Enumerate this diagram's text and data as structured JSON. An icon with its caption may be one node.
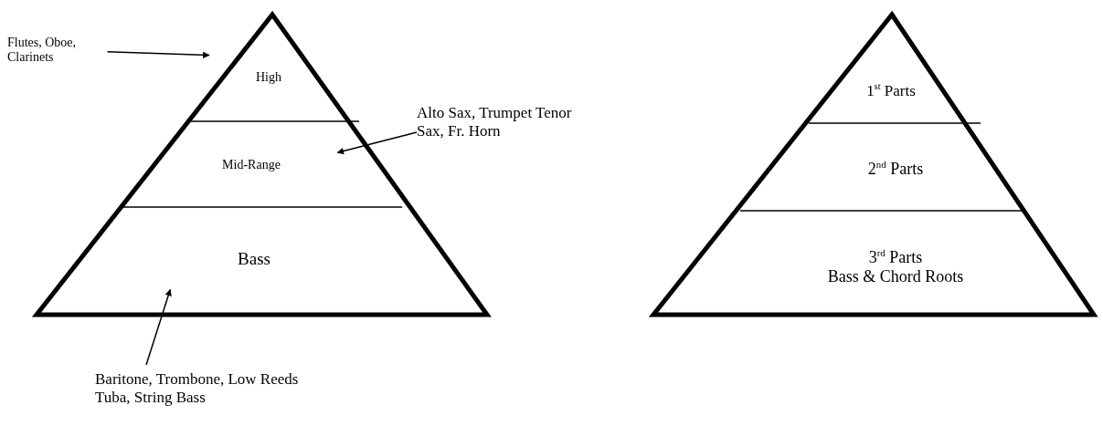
{
  "diagram": {
    "nodes": [
      {
        "text": [],
        "shape": "triangle"
      },
      {
        "text": [
          "High"
        ],
        "in": 0
      },
      {
        "text": [
          "Mid-Range"
        ],
        "in": 0
      },
      {
        "text": [
          "Bass"
        ],
        "in": 0
      },
      {
        "text": [
          "Flutes, Oboe, Clarinets"
        ]
      },
      {
        "text": [
          "Alto Sax, Trumpet Tenor Sax, Fr. Horn"
        ]
      },
      {
        "text": [
          "Baritone, Trombone, Low Reeds Tuba, String Bass"
        ]
      },
      {
        "text": [],
        "shape": "triangle"
      },
      {
        "text": [
          "1$^{st}$ Parts"
        ],
        "in": 7
      },
      {
        "text": [
          "2$^{nd}$ Parts"
        ],
        "in": 7
      },
      {
        "text": [
          "3$^{rd}$ Parts",
          "Bass & Chord Roots"
        ],
        "in": 7
      }
    ],
    "edges": [
      {
        "from": 4,
        "to": 1,
        "arrow": "to"
      },
      {
        "from": 5,
        "to": 2,
        "arrow": "to"
      },
      {
        "from": 6,
        "to": 3,
        "arrow": "to"
      }
    ]
  }
}
